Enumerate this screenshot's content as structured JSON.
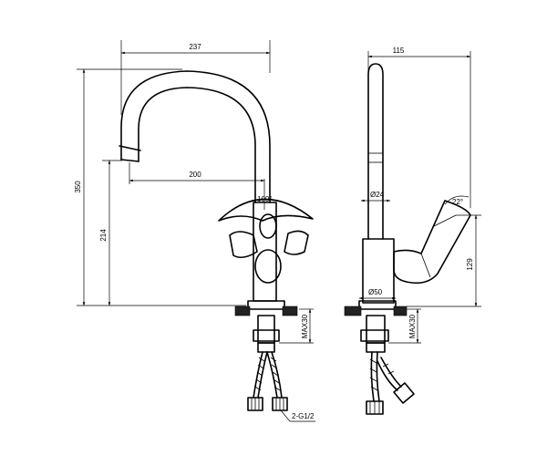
{
  "front_view": {
    "width_dim": "237",
    "reach_dim": "200",
    "height_dim": "350",
    "spout_height_dim": "214",
    "rotation_angle": "100°",
    "max_deck_dim": "MAX30",
    "hose_thread": "2-G1/2"
  },
  "side_view": {
    "depth_dim": "115",
    "spout_dia_dim": "Ø24",
    "base_dia_dim": "Ø50",
    "lever_angle": "22°",
    "body_height_dim": "129",
    "max_deck_dim": "MAX30"
  }
}
